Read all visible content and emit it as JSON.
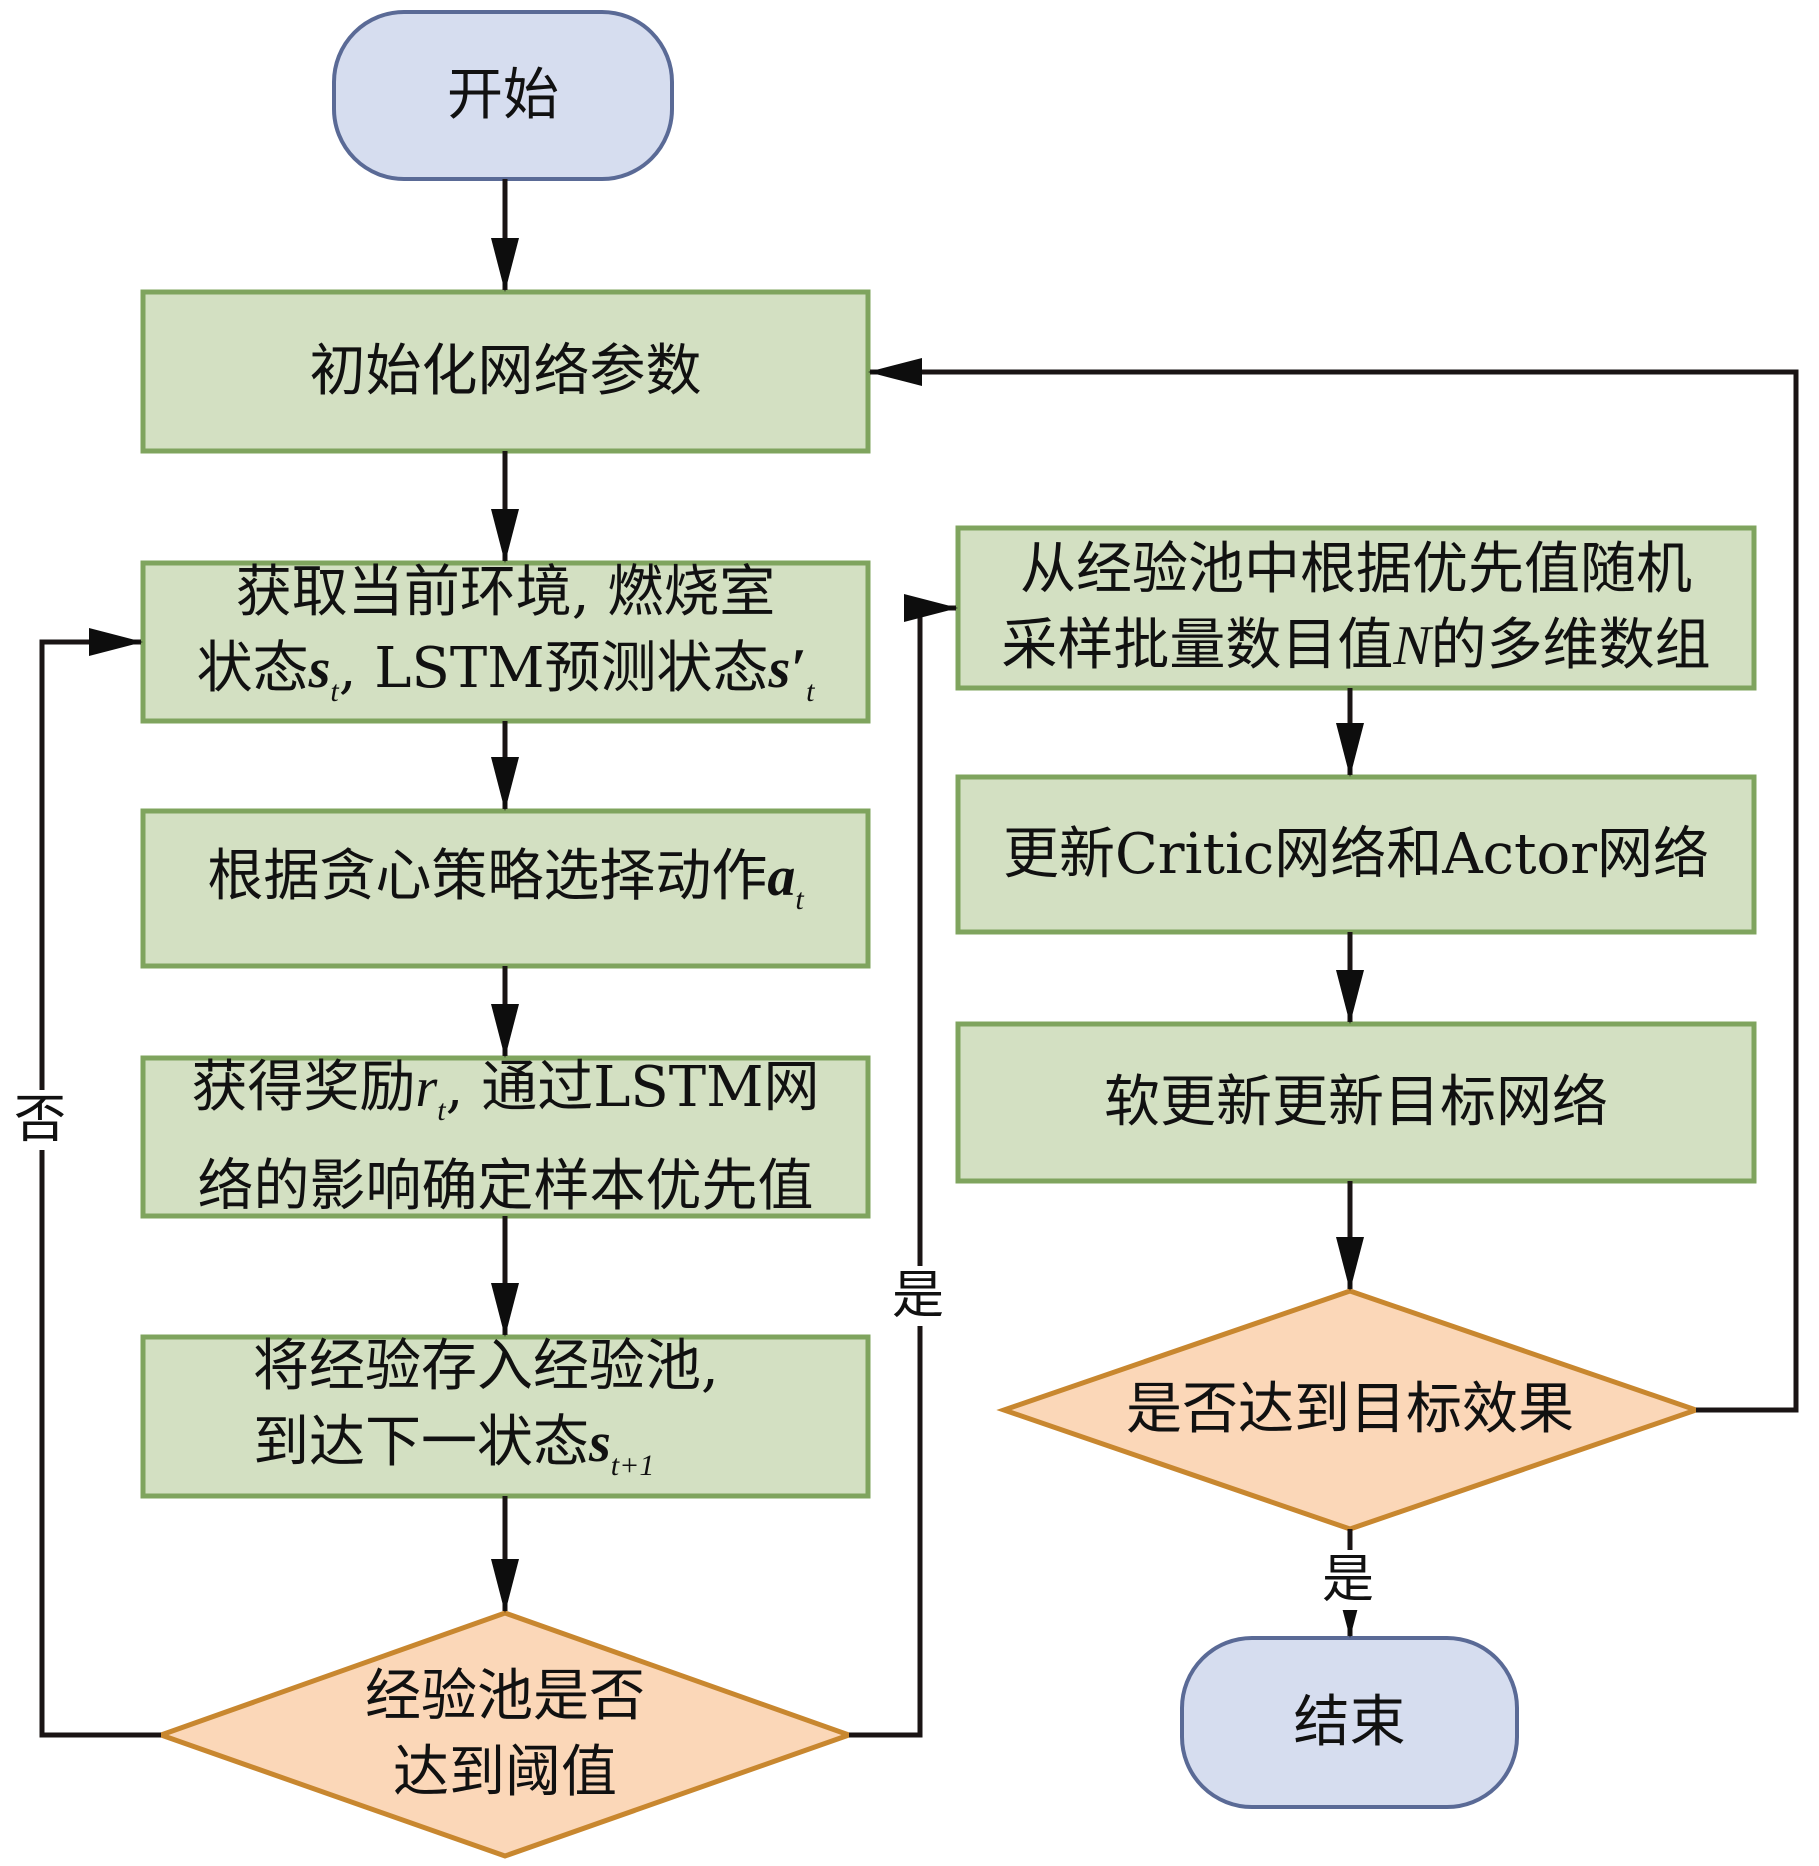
{
  "colors": {
    "terminal_fill": "#d6ddef",
    "terminal_stroke": "#5a6a96",
    "process_fill": "#d3e0c2",
    "process_stroke": "#7fa45e",
    "decision_fill": "#fbd7b8",
    "decision_stroke": "#c8872f",
    "connector": "#1a1414"
  },
  "nodes": {
    "start": {
      "type": "terminal",
      "text": "开始"
    },
    "init": {
      "type": "process",
      "lines": [
        "初始化网络参数"
      ]
    },
    "observe": {
      "type": "process",
      "line1": "获取当前环境, 燃烧室",
      "line2_prefix": "状态",
      "line2_var1": "s",
      "line2_sub1": "t",
      "line2_mid": ", LSTM预测状态",
      "line2_var2": "s′",
      "line2_sub2": "t"
    },
    "select_action": {
      "type": "process",
      "prefix": "根据贪心策略选择动作",
      "var": "a",
      "sub": "t"
    },
    "reward": {
      "type": "process",
      "line1_prefix": "获得奖励",
      "line1_var": "r",
      "line1_sub": "t",
      "line1_suffix": ", 通过LSTM网",
      "line2": "络的影响确定样本优先值"
    },
    "store": {
      "type": "process",
      "line1": "将经验存入经验池,",
      "line2_prefix": "到达下一状态",
      "line2_var": "s",
      "line2_sub": "t+1"
    },
    "pool_check": {
      "type": "decision",
      "lines": [
        "经验池是否",
        "达到阈值"
      ]
    },
    "sample": {
      "type": "process",
      "line1": "从经验池中根据优先值随机",
      "line2_prefix": "采样批量数目值",
      "line2_var": "N",
      "line2_suffix": "的多维数组"
    },
    "update_nets": {
      "type": "process",
      "lines": [
        "更新Critic网络和Actor网络"
      ]
    },
    "soft_update": {
      "type": "process",
      "lines": [
        "软更新更新目标网络"
      ]
    },
    "goal_check": {
      "type": "decision",
      "lines": [
        "是否达到目标效果"
      ]
    },
    "end": {
      "type": "terminal",
      "text": "结束"
    }
  },
  "edge_labels": {
    "pool_no": "否",
    "pool_yes": "是",
    "goal_yes": "是"
  },
  "edges": [
    {
      "from": "start",
      "to": "init"
    },
    {
      "from": "init",
      "to": "observe"
    },
    {
      "from": "observe",
      "to": "select_action"
    },
    {
      "from": "select_action",
      "to": "reward"
    },
    {
      "from": "reward",
      "to": "store"
    },
    {
      "from": "store",
      "to": "pool_check"
    },
    {
      "from": "pool_check",
      "to": "observe",
      "label": "否"
    },
    {
      "from": "pool_check",
      "to": "sample",
      "label": "是"
    },
    {
      "from": "sample",
      "to": "update_nets"
    },
    {
      "from": "update_nets",
      "to": "soft_update"
    },
    {
      "from": "soft_update",
      "to": "goal_check"
    },
    {
      "from": "goal_check",
      "to": "end",
      "label": "是"
    },
    {
      "from": "goal_check",
      "to": "init"
    }
  ]
}
